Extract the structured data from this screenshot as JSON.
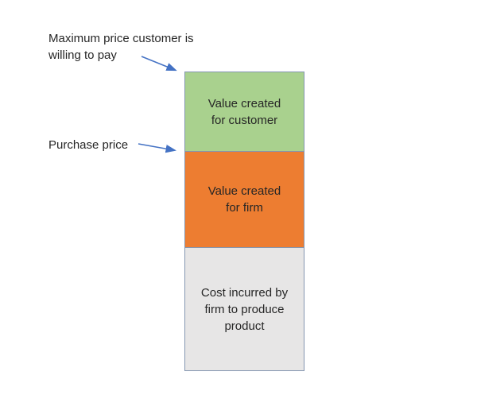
{
  "colors": {
    "segment_green": "#A9D18E",
    "segment_orange": "#ED7D31",
    "segment_gray": "#E7E6E6",
    "segment_border": "#8496B0",
    "arrow_blue": "#4472C4",
    "text": "#262626",
    "background": "#FFFFFF"
  },
  "annotations": {
    "max_price_label": "Maximum price customer is\nwilling to pay",
    "purchase_price_label": "Purchase price"
  },
  "chart_data": {
    "type": "bar",
    "variant": "conceptual-stacked-bar",
    "title": "",
    "segments": [
      {
        "label": "Value created\nfor customer",
        "color": "#A9D18E"
      },
      {
        "label": "Value created\nfor firm",
        "color": "#ED7D31"
      },
      {
        "label": "Cost incurred by\nfirm to produce\nproduct",
        "color": "#E7E6E6"
      }
    ],
    "price_markers": [
      {
        "label": "Maximum price customer is willing to pay"
      },
      {
        "label": "Purchase price"
      }
    ],
    "legend_position": "none",
    "grid": false
  }
}
